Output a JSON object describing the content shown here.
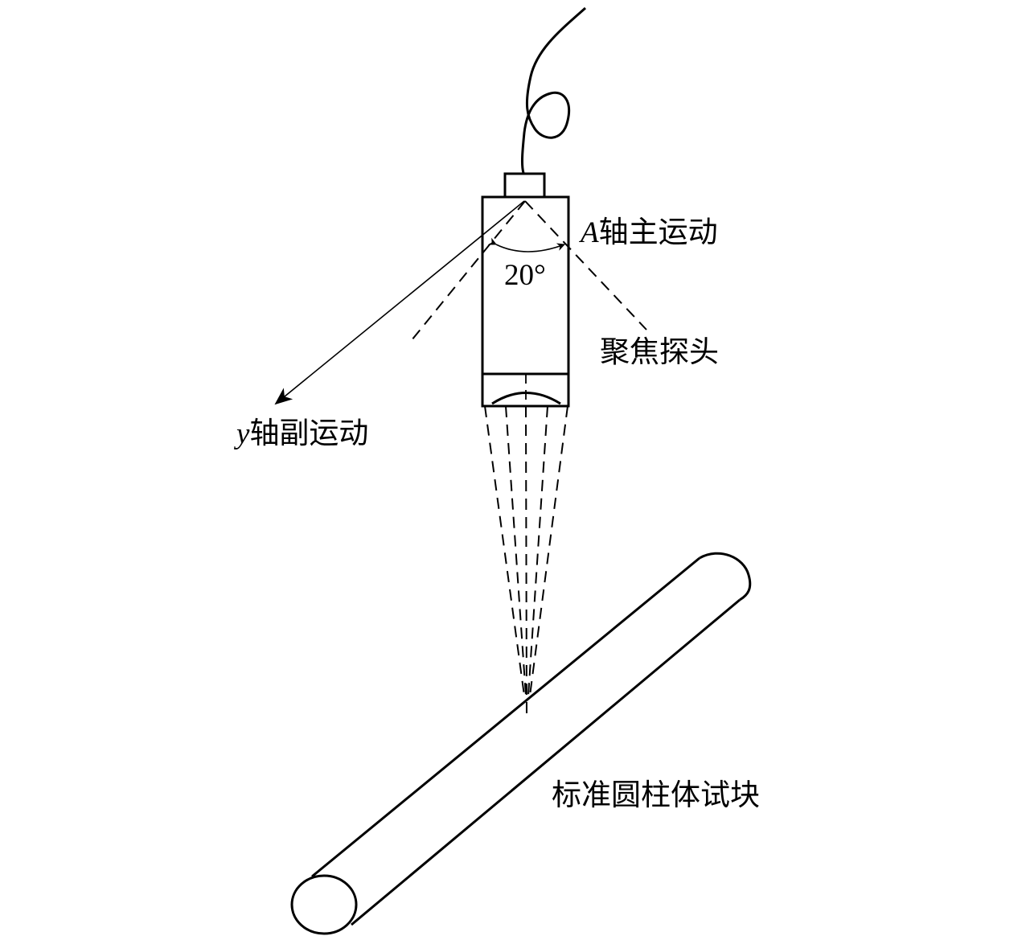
{
  "labels": {
    "a_axis_var": "A",
    "a_axis_text": "轴主运动",
    "angle": "20°",
    "probe": "聚焦探头",
    "y_axis_var": "y",
    "y_axis_text": "轴副运动",
    "specimen": "标准圆柱体试块"
  },
  "values": {
    "beam_angle_deg": 20
  }
}
